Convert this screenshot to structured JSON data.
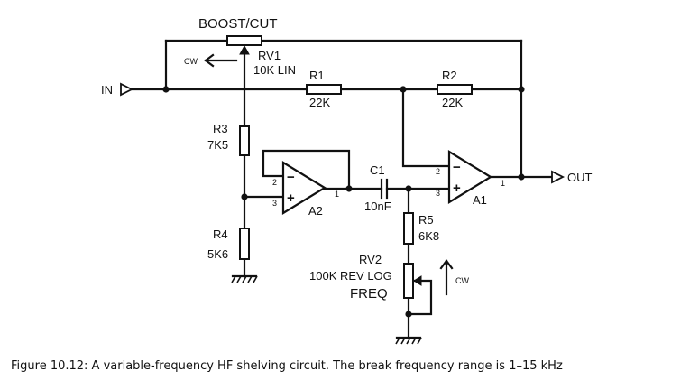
{
  "labels": {
    "boost_cut": "BOOST/CUT",
    "rv1_name": "RV1",
    "rv1_value": "10K LIN",
    "rv1_cw": "CW",
    "in": "IN",
    "out": "OUT",
    "r1_name": "R1",
    "r1_value": "22K",
    "r2_name": "R2",
    "r2_value": "22K",
    "r3_name": "R3",
    "r3_value": "7K5",
    "r4_name": "R4",
    "r4_value": "5K6",
    "c1_name": "C1",
    "c1_value": "10nF",
    "r5_name": "R5",
    "r5_value": "6K8",
    "rv2_name": "RV2",
    "rv2_value": "100K REV LOG",
    "freq": "FREQ",
    "rv2_cw": "CW",
    "a1": "A1",
    "a2": "A2",
    "pin_a2_in_neg": "2",
    "pin_a2_in_pos": "3",
    "pin_a2_out": "1",
    "pin_a1_in_neg": "2",
    "pin_a1_in_pos": "3",
    "pin_a1_out": "1",
    "minus": "−",
    "plus": "+"
  },
  "caption": "Figure 10.12: A variable-frequency HF shelving circuit. The break frequency range is 1–15 kHz"
}
